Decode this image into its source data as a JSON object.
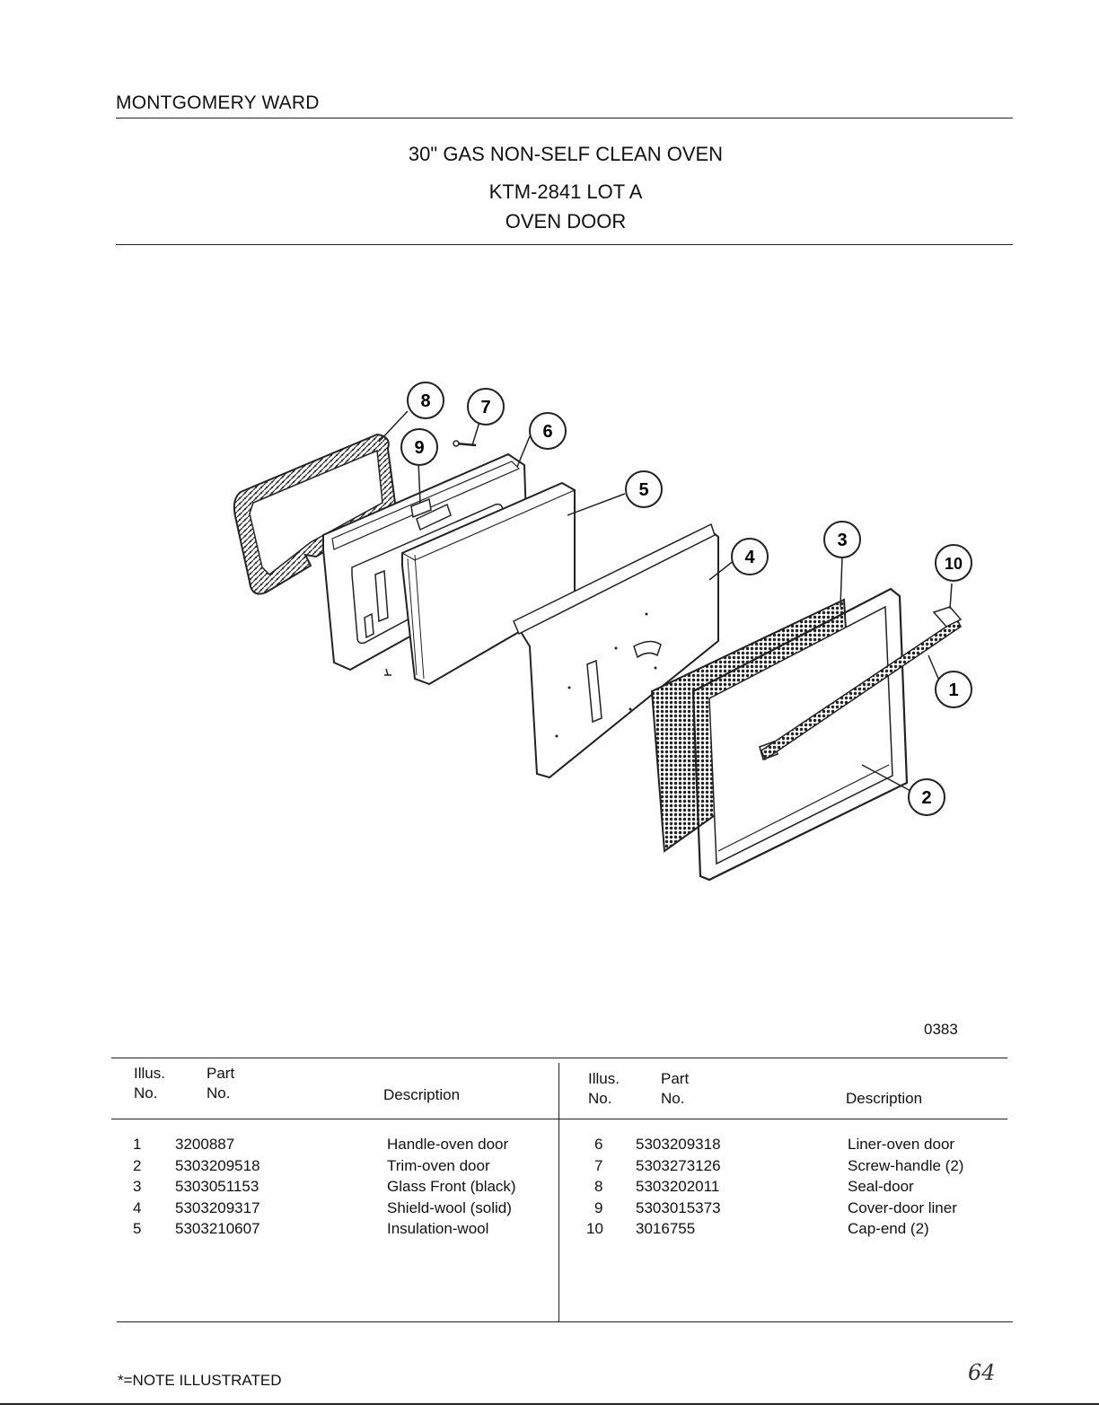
{
  "header": {
    "brand": "MONTGOMERY WARD",
    "title": "30\" GAS NON-SELF CLEAN OVEN",
    "model": "KTM-2841 LOT A",
    "section": "OVEN DOOR"
  },
  "diagram": {
    "drawing_code": "0383",
    "callouts": [
      "1",
      "2",
      "3",
      "4",
      "5",
      "6",
      "7",
      "8",
      "9",
      "10"
    ]
  },
  "parts_table": {
    "headers": {
      "illus": [
        "Illus.",
        "No."
      ],
      "part": [
        "Part",
        "No."
      ],
      "description": "Description"
    },
    "left": [
      {
        "illus": "1",
        "part": "3200887",
        "description": "Handle-oven door"
      },
      {
        "illus": "2",
        "part": "5303209518",
        "description": "Trim-oven door"
      },
      {
        "illus": "3",
        "part": "5303051153",
        "description": "Glass Front (black)"
      },
      {
        "illus": "4",
        "part": "5303209317",
        "description": "Shield-wool (solid)"
      },
      {
        "illus": "5",
        "part": "5303210607",
        "description": "Insulation-wool"
      }
    ],
    "right": [
      {
        "illus": "6",
        "part": "5303209318",
        "description": "Liner-oven door"
      },
      {
        "illus": "7",
        "part": "5303273126",
        "description": "Screw-handle (2)"
      },
      {
        "illus": "8",
        "part": "5303202011",
        "description": "Seal-door"
      },
      {
        "illus": "9",
        "part": "5303015373",
        "description": "Cover-door liner"
      },
      {
        "illus": "10",
        "part": "3016755",
        "description": "Cap-end (2)"
      }
    ]
  },
  "footer": {
    "note": "*=NOTE ILLUSTRATED",
    "page_mark": "64"
  }
}
